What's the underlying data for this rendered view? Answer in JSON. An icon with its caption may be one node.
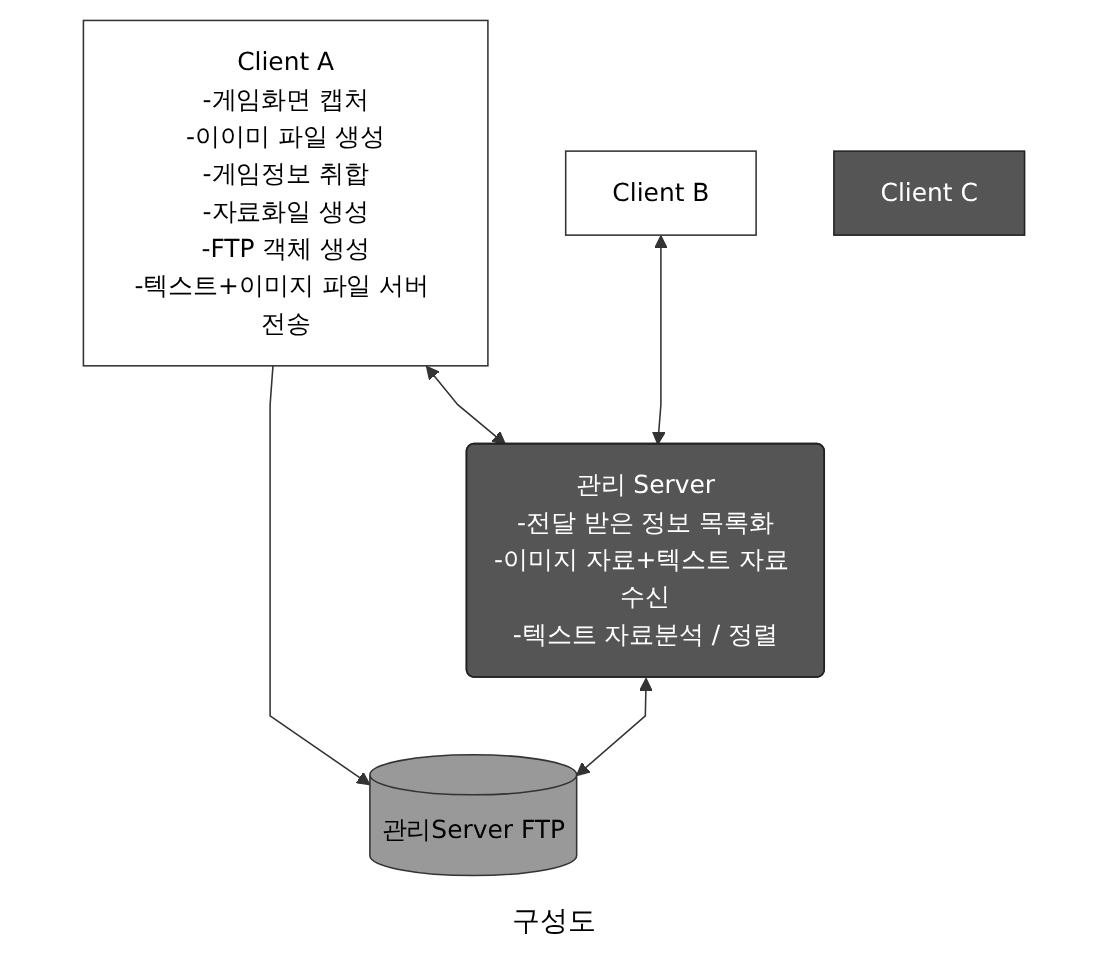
{
  "diagram": {
    "caption": "구성도",
    "nodes": [
      {
        "text": [
          "Client A",
          "-게임화면 캡처",
          "-이이미 파일 생성",
          "-게임정보 취합",
          "-자료화일 생성",
          "-FTP 객체 생성",
          "-텍스트+이미지 파일 서버 전송"
        ]
      },
      {
        "text": [
          "Client B"
        ]
      },
      {
        "text": [
          "Client C"
        ]
      },
      {
        "text": [
          "관리Server FTP"
        ]
      },
      {
        "text": [
          "관리 Server",
          "-전달 받은 정보 목록화",
          "-이미지 자료+텍스트 자료 수신",
          "-텍스트 자료분석 / 정렬"
        ]
      }
    ],
    "edges": [
      {
        "from": 0,
        "to": 3,
        "arrow": "to"
      },
      {
        "from": 1,
        "to": 4,
        "arrow": "both"
      },
      {
        "from": 0,
        "to": 4,
        "arrow": "both"
      },
      {
        "from": 4,
        "to": 3,
        "arrow": "both"
      }
    ]
  }
}
